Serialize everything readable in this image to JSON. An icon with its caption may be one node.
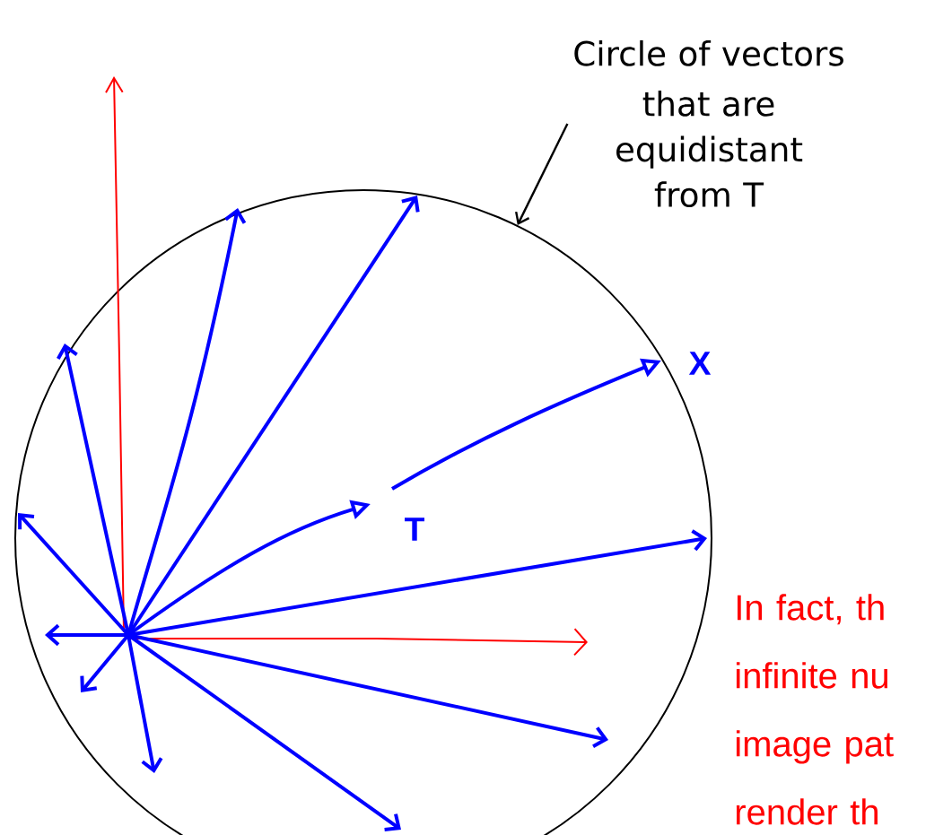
{
  "diagram": {
    "nodes": [
      {
        "text": [
          "Circle of vectors",
          "that are equidistant from T"
        ]
      },
      {
        "text": [],
        "shape": "circle"
      }
    ],
    "edges": [
      {
        "from": 0,
        "to": 1,
        "arrow": "to"
      }
    ],
    "labels": [
      "X",
      "T",
      "In fact, th infinite nu image pat render th"
    ]
  }
}
